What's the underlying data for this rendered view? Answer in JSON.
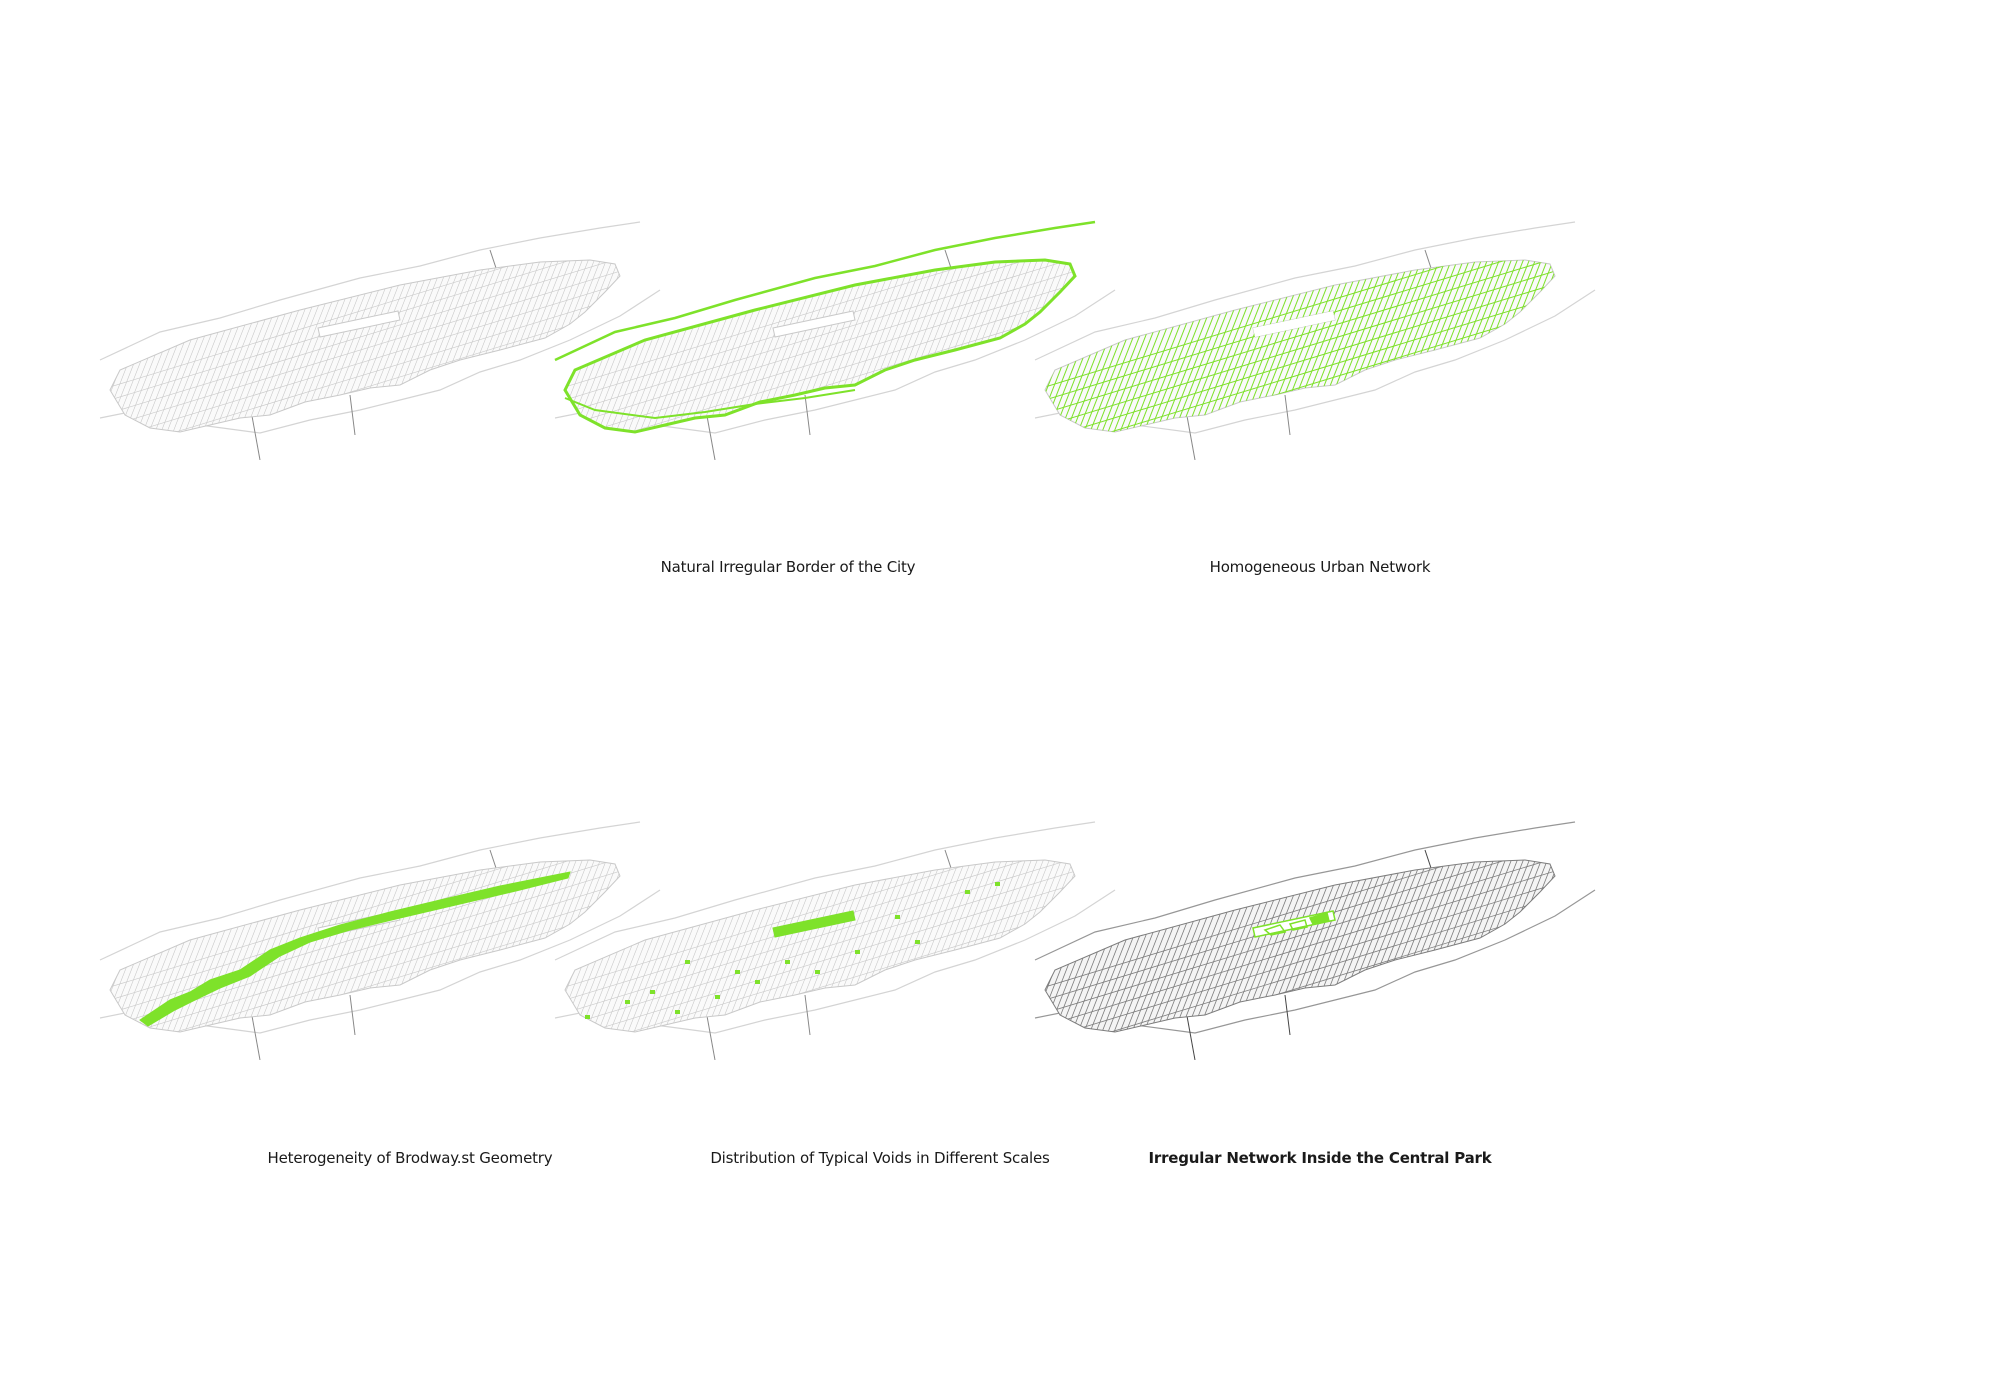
{
  "colors": {
    "highlight": "#7ee22a",
    "map_line": "#c9c9c9",
    "map_line_dark": "#7d7d7d",
    "caption": "#1a1a1a"
  },
  "panels": [
    {
      "id": "base-map",
      "caption": "",
      "highlight": "none"
    },
    {
      "id": "irregular-border",
      "caption": "Natural Irregular Border of the City",
      "highlight": "border"
    },
    {
      "id": "urban-network",
      "caption": "Homogeneous Urban Network",
      "highlight": "network"
    },
    {
      "id": "broadway-geometry",
      "caption": "Heterogeneity of Brodway.st Geometry",
      "highlight": "broadway"
    },
    {
      "id": "typical-voids",
      "caption": "Distribution of Typical Voids in Different Scales",
      "highlight": "voids"
    },
    {
      "id": "central-park-network",
      "caption": "Irregular Network Inside the Central Park",
      "highlight": "park",
      "caption_bold": true
    }
  ]
}
